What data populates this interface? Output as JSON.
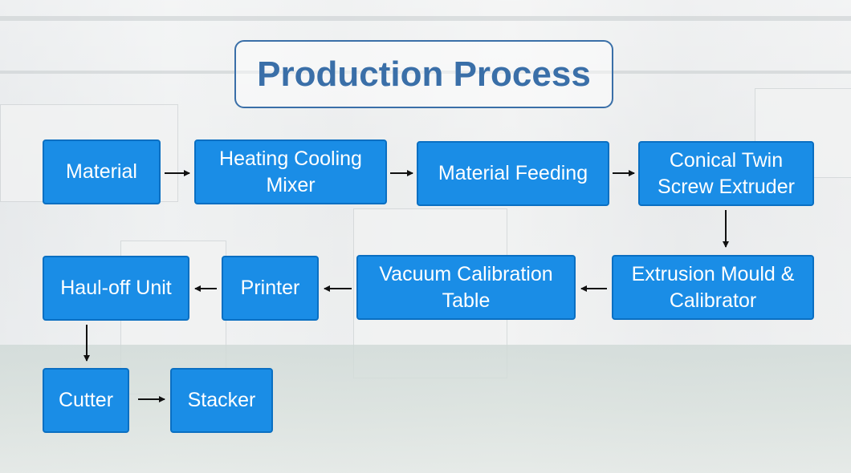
{
  "title": "Production Process",
  "colors": {
    "node_fill": "#1a8de6",
    "node_border": "#0a6fc2",
    "title_color": "#3a6fa8",
    "arrow_color": "#111111"
  },
  "steps": [
    {
      "label": "Material"
    },
    {
      "label": "Heating Cooling\nMixer"
    },
    {
      "label": "Material Feeding"
    },
    {
      "label": "Conical Twin\nScrew Extruder"
    },
    {
      "label": "Extrusion Mould &\nCalibrator"
    },
    {
      "label": "Vacuum Calibration\nTable"
    },
    {
      "label": "Printer"
    },
    {
      "label": "Haul-off Unit"
    },
    {
      "label": "Cutter"
    },
    {
      "label": "Stacker"
    }
  ]
}
